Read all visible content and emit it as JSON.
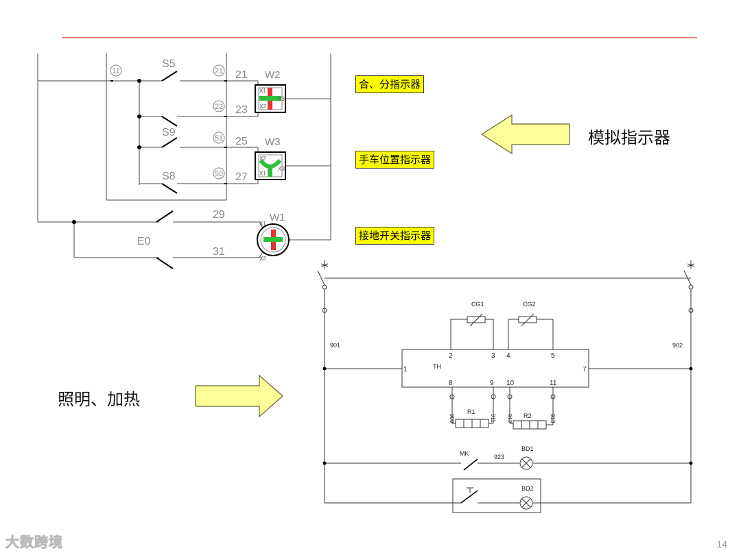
{
  "labels": {
    "open_close_indicator": "合、分指示器",
    "cart_position_indicator": "手车位置指示器",
    "earth_switch_indicator": "接地开关指示器"
  },
  "callouts": {
    "simulated_indicator": "模拟指示器",
    "lighting_heating": "照明、加热"
  },
  "switches": {
    "s5": "S5",
    "s9": "S9",
    "s8": "S8",
    "e0": "E0"
  },
  "terminals": {
    "t11": "11",
    "t21": "21",
    "t22": "22",
    "t51": "51",
    "t50": "50"
  },
  "wires": {
    "w21": "21",
    "w23": "23",
    "w25": "25",
    "w27": "27",
    "w29": "29",
    "w31": "31",
    "w901": "901",
    "w902": "902",
    "w909": "909",
    "w911": "911",
    "w912": "912",
    "w913": "913",
    "w923": "923"
  },
  "indicators": {
    "w1": "W1",
    "w2": "W2",
    "w3": "W3"
  },
  "pins": {
    "x1": "X1",
    "x2": "X2",
    "x3": "X3"
  },
  "heater_circuit": {
    "controller": "TH",
    "cg1": "CG1",
    "cg2": "CG2",
    "r1": "R1",
    "r2": "R2",
    "mk": "MK",
    "bd1": "BD1",
    "bd2": "BD2",
    "pins": {
      "p1": "1",
      "p2": "2",
      "p3": "3",
      "p4": "4",
      "p5": "5",
      "p7": "7",
      "p8": "8",
      "p9": "9",
      "p10": "10",
      "p11": "11"
    }
  },
  "watermark": "大数跨境",
  "page_number": "14",
  "colors": {
    "accent_line": "#d9302c",
    "label_fill": "#ffff00",
    "arrow_fill": "#ffff99",
    "arrow_stroke": "#666633",
    "indicator_red": "#e8322d",
    "indicator_green": "#2fbf3a"
  }
}
